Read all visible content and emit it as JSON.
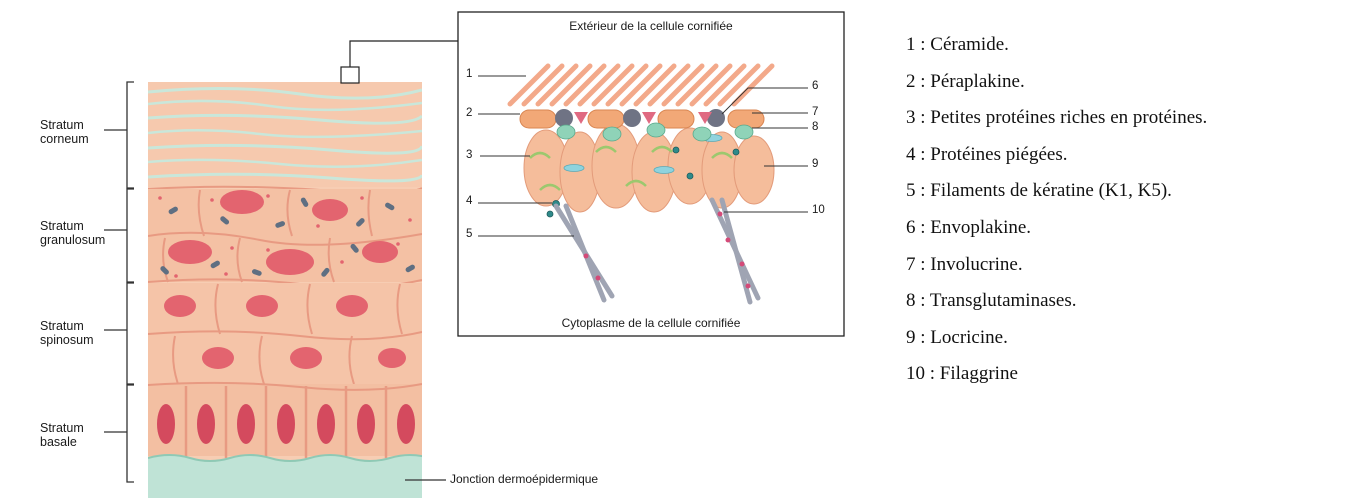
{
  "strata": [
    {
      "line1": "Stratum",
      "line2": "corneum"
    },
    {
      "line1": "Stratum",
      "line2": "granulosum"
    },
    {
      "line1": "Stratum",
      "line2": "spinosum"
    },
    {
      "line1": "Stratum",
      "line2": "basale"
    }
  ],
  "junction_label": "Jonction dermoépidermique",
  "inset": {
    "top_caption": "Extérieur de la cellule cornifiée",
    "bottom_caption": "Cytoplasme de la cellule cornifiée",
    "numbers": [
      "1",
      "2",
      "3",
      "4",
      "5",
      "6",
      "7",
      "8",
      "9",
      "10"
    ]
  },
  "legend": [
    "1 : Céramide.",
    "2 : Péraplakine.",
    "3 : Petites protéines riches en protéines.",
    "4 : Protéines piégées.",
    "5 : Filaments de kératine (K1, K5).",
    "6 : Envoplakine.",
    "7 : Involucrine.",
    "8 : Transglutaminases.",
    "9 : Locricine.",
    "10 : Filaggrine"
  ],
  "colors": {
    "cell_fill": "#f4c1a4",
    "cell_border": "#e89a82",
    "nucleus": "#e3646f",
    "granule": "#5f6f82",
    "envelope": "#f2a877",
    "dermis": "#bfe3d6"
  }
}
